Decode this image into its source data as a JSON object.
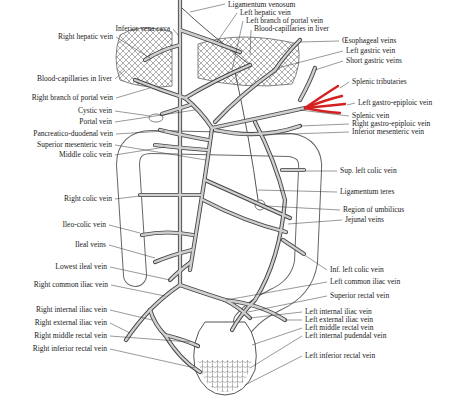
{
  "diagram": {
    "labels": [
      "Ligamentum venosum",
      "Left hepatic vein",
      "Left branch of portal vein",
      "Blood-capillaries in liver",
      "Inferior vena cava",
      "Right hepatic vein",
      "Œsophageal veins",
      "Left gastric vein",
      "Short gastric veins",
      "Blood-capillaries in liver",
      "Splenic tributaries",
      "Right branch of portal vein",
      "Left gastro-epiploic vein",
      "Cystic vein",
      "Splenic vein",
      "Portal vein",
      "Right gastro-epiploic vein",
      "Inferior mesenteric vein",
      "Pancreatico-duodenal vein",
      "Superior mesenteric vein",
      "Middle colic vein",
      "Sup. left colic vein",
      "Ligamentum teres",
      "Right colic vein",
      "Region of umbilicus",
      "Jejunal veins",
      "Ileo-colic vein",
      "Ileal veins",
      "Lowest ileal vein",
      "Inf. left colic vein",
      "Left common iliac vein",
      "Right common iliac vein",
      "Superior rectal vein",
      "Right internal iliac vein",
      "Left internal iliac vein",
      "Left external iliac vein",
      "Right external iliac vein",
      "Left middle rectal vein",
      "Right middle rectal vein",
      "Left internal pudendal vein",
      "Right inferior rectal vein",
      "Left inferior rectal vein"
    ]
  }
}
